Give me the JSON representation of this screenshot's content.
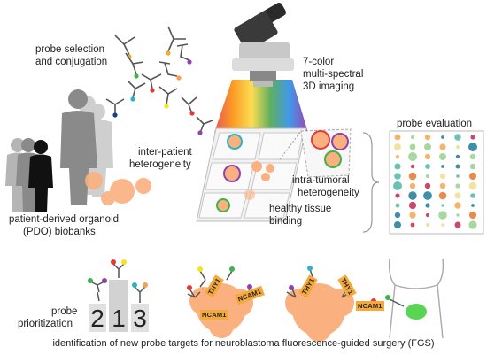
{
  "labels": {
    "probe_selection": "probe selection",
    "and_conjugation": "and conjugation",
    "seven_color": "7-color",
    "multi_spectral": "multi-spectral",
    "imaging_3d": "3D imaging",
    "inter_patient": "inter-patient",
    "inter_heterogeneity": "heterogeneity",
    "intra_tumoral": "intra-tumoral",
    "intra_heterogeneity": "heterogeneity",
    "healthy_tissue": "healthy tissue",
    "binding": "binding",
    "probe_evaluation": "probe evaluation",
    "pdo_line1": "patient-derived organoid",
    "pdo_line2": "(PDO) biobanks",
    "probe": "probe",
    "prioritization": "prioritization",
    "caption": "identification of new probe targets for neuroblastoma fluorescence-guided surgery (FGS)"
  },
  "podium": {
    "ranks": [
      "2",
      "1",
      "3"
    ]
  },
  "targets": {
    "left": [
      "THY1",
      "NCAM1",
      "NCAM1"
    ],
    "right": [
      "THY1",
      "THY1",
      "NCAM1"
    ]
  },
  "colors": {
    "orange": "#f6a04d",
    "green": "#3fb24a",
    "purple": "#8e44ad",
    "blue": "#1f3c88",
    "teal": "#2bb3c0",
    "yellow": "#f1e51c",
    "red": "#d62a2a",
    "organoid": "#fbb07f",
    "people_dark": "#111111",
    "people_grey": "#9a9a9a"
  },
  "icons": [
    "microscope-icon",
    "antibody-probe-icon",
    "people-silhouette-icon",
    "well-plate-icon",
    "human-body-icon",
    "podium-icon",
    "dot-matrix-icon"
  ]
}
